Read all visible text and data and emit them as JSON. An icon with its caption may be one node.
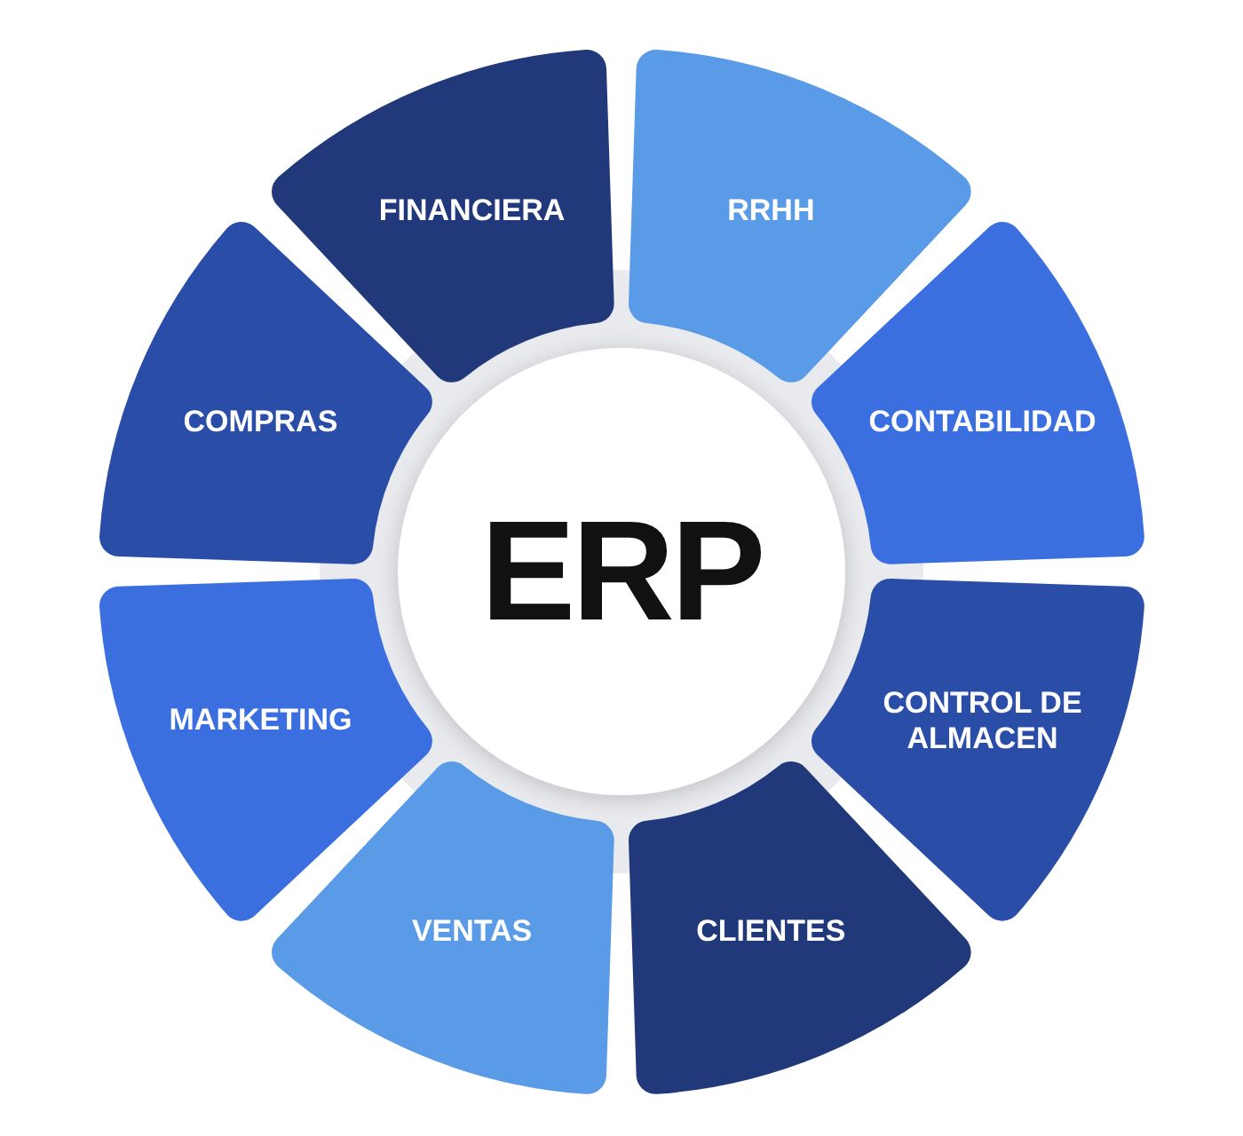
{
  "diagram": {
    "nodes": [
      {
        "text": [
          "ERP"
        ]
      },
      {
        "text": [
          "FINANCIERA"
        ]
      },
      {
        "text": [
          "RRHH"
        ]
      },
      {
        "text": [
          "CONTABILIDAD"
        ]
      },
      {
        "text": [
          "CONTROL DE ALMACEN"
        ]
      },
      {
        "text": [
          "CLIENTES"
        ]
      },
      {
        "text": [
          "VENTAS"
        ]
      },
      {
        "text": [
          "MARKETING"
        ]
      },
      {
        "text": [
          "COMPRAS"
        ]
      }
    ],
    "edges": []
  }
}
